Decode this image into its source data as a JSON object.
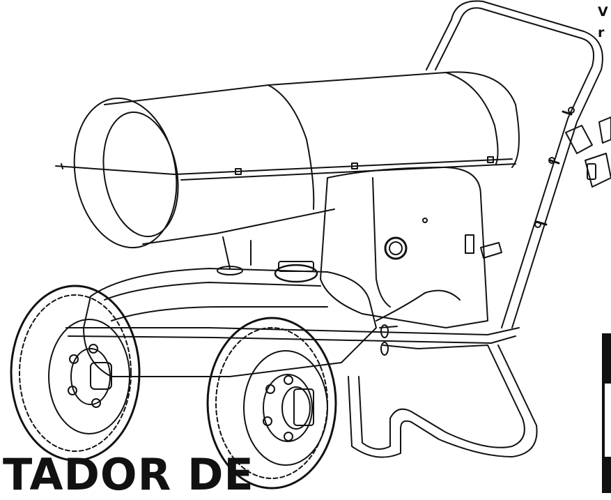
{
  "corner_text": {
    "line1": "V",
    "line2": "r"
  },
  "title": "TADOR DE",
  "illustration_name": "diesel-heater-drawing",
  "colors": {
    "ink": "#111111",
    "paper": "#ffffff"
  }
}
